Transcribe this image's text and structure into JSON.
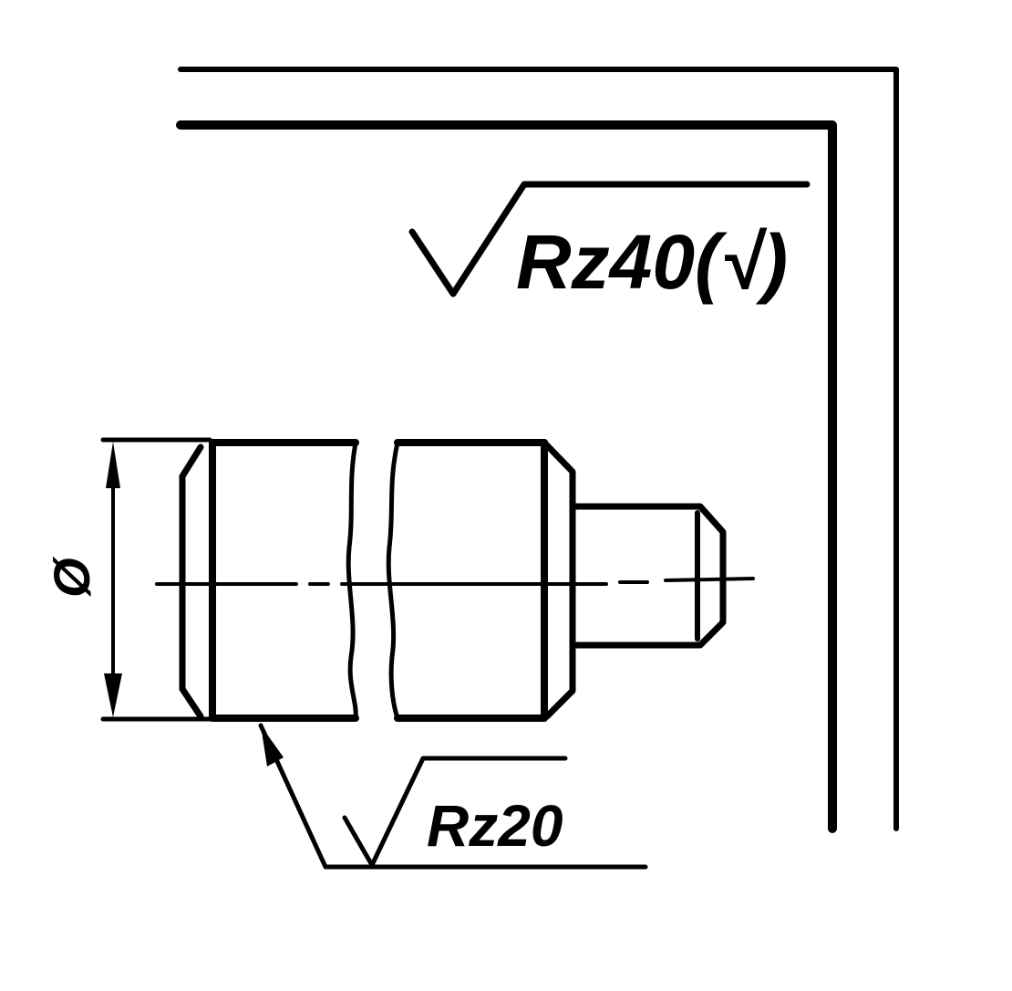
{
  "roughness_main": {
    "label": "Rz40",
    "note": "(√)"
  },
  "roughness_diameter": {
    "label": "Rz20"
  },
  "diameter_symbol": "Ø",
  "colors": {
    "ink": "#000000",
    "paper": "#ffffff"
  }
}
